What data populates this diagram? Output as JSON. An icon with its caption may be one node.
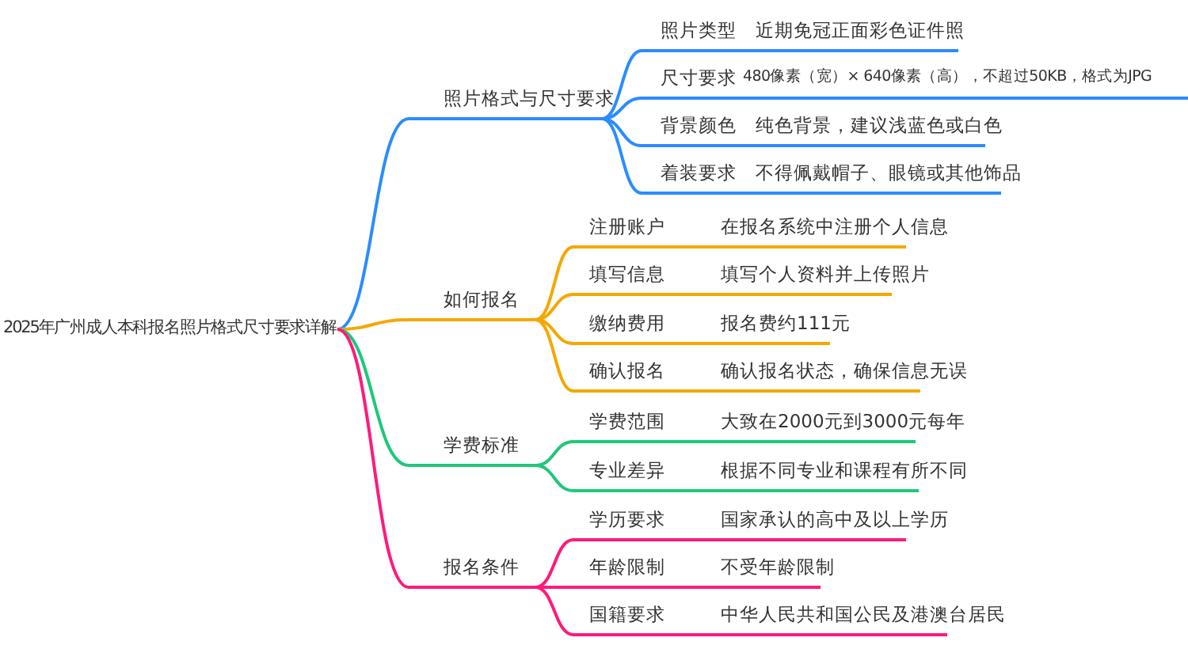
{
  "diagram": {
    "nodes": [
      {
        "text": [
          "2025年广州成人本科报名照片格式尺寸要求详解"
        ]
      },
      {
        "text": [
          "照片格式与尺寸要求"
        ]
      },
      {
        "text": [
          "照片类型",
          "近期免冠正面彩色证件照"
        ]
      },
      {
        "text": [
          "尺寸要求",
          "480像素（宽）× 640像素（高），不超过50KB，格式为JPG"
        ]
      },
      {
        "text": [
          "背景颜色",
          "纯色背景，建议浅蓝色或白色"
        ]
      },
      {
        "text": [
          "着装要求",
          "不得佩戴帽子、眼镜或其他饰品"
        ]
      },
      {
        "text": [
          "如何报名"
        ]
      },
      {
        "text": [
          "注册账户",
          "在报名系统中注册个人信息"
        ]
      },
      {
        "text": [
          "填写信息",
          "填写个人资料并上传照片"
        ]
      },
      {
        "text": [
          "缴纳费用",
          "报名费约111元"
        ]
      },
      {
        "text": [
          "确认报名",
          "确认报名状态，确保信息无误"
        ]
      },
      {
        "text": [
          "学费标准"
        ]
      },
      {
        "text": [
          "学费范围",
          "大致在2000元到3000元每年"
        ]
      },
      {
        "text": [
          "专业差异",
          "根据不同专业和课程有所不同"
        ]
      },
      {
        "text": [
          "报名条件"
        ]
      },
      {
        "text": [
          "学历要求",
          "国家承认的高中及以上学历"
        ]
      },
      {
        "text": [
          "年龄限制",
          "不受年龄限制"
        ]
      },
      {
        "text": [
          "国籍要求",
          "中华人民共和国公民及港澳台居民"
        ]
      }
    ],
    "edges": [
      {
        "from": 0,
        "to": 1,
        "arrow": "none",
        "color": "#2b8cff"
      },
      {
        "from": 1,
        "to": 2,
        "arrow": "none",
        "color": "#2b8cff"
      },
      {
        "from": 1,
        "to": 3,
        "arrow": "none",
        "color": "#2b8cff"
      },
      {
        "from": 1,
        "to": 4,
        "arrow": "none",
        "color": "#2b8cff"
      },
      {
        "from": 1,
        "to": 5,
        "arrow": "none",
        "color": "#2b8cff"
      },
      {
        "from": 0,
        "to": 6,
        "arrow": "none",
        "color": "#f5a700"
      },
      {
        "from": 6,
        "to": 7,
        "arrow": "none",
        "color": "#f5a700"
      },
      {
        "from": 6,
        "to": 8,
        "arrow": "none",
        "color": "#f5a700"
      },
      {
        "from": 6,
        "to": 9,
        "arrow": "none",
        "color": "#f5a700"
      },
      {
        "from": 6,
        "to": 10,
        "arrow": "none",
        "color": "#f5a700"
      },
      {
        "from": 0,
        "to": 11,
        "arrow": "none",
        "color": "#1ec87a"
      },
      {
        "from": 11,
        "to": 12,
        "arrow": "none",
        "color": "#1ec87a"
      },
      {
        "from": 11,
        "to": 13,
        "arrow": "none",
        "color": "#1ec87a"
      },
      {
        "from": 0,
        "to": 14,
        "arrow": "none",
        "color": "#ff1a7a"
      },
      {
        "from": 14,
        "to": 15,
        "arrow": "none",
        "color": "#ff1a7a"
      },
      {
        "from": 14,
        "to": 16,
        "arrow": "none",
        "color": "#ff1a7a"
      },
      {
        "from": 14,
        "to": 17,
        "arrow": "none",
        "color": "#ff1a7a"
      }
    ]
  }
}
